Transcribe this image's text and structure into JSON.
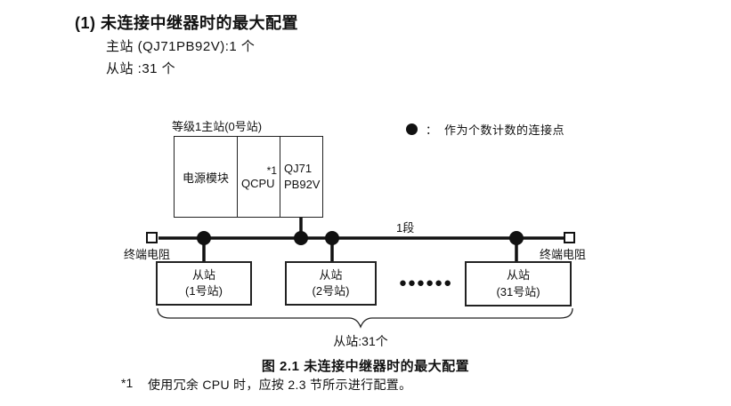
{
  "intro": {
    "heading": "(1) 未连接中继器时的最大配置",
    "master_line": "主站 (QJ71PB92V):1 个",
    "slave_line": "从站 :31 个"
  },
  "diagram": {
    "master": {
      "label": "等级1主站(0号站)",
      "power_module": "电源模块",
      "cpu": "QCPU",
      "cpu_note": "*1",
      "pb92v_line1": "QJ71",
      "pb92v_line2": "PB92V"
    },
    "legend": {
      "separator": "：",
      "label": "作为个数计数的连接点"
    },
    "segment_label": "1段",
    "terminator_left_label": "终端电阻",
    "terminator_right_label": "终端电阻",
    "slaves": [
      {
        "line1": "从站",
        "line2": "(1号站)"
      },
      {
        "line1": "从站",
        "line2": "(2号站)"
      },
      {
        "line1": "从站",
        "line2": "(31号站)"
      }
    ],
    "ellipsis": "●●●●●●",
    "brace_label": "从站:31个"
  },
  "caption": "图 2.1 未连接中继器时的最大配置",
  "footnote": {
    "marker": "*1",
    "text": "使用冗余 CPU 时，应按 2.3 节所示进行配置。"
  }
}
